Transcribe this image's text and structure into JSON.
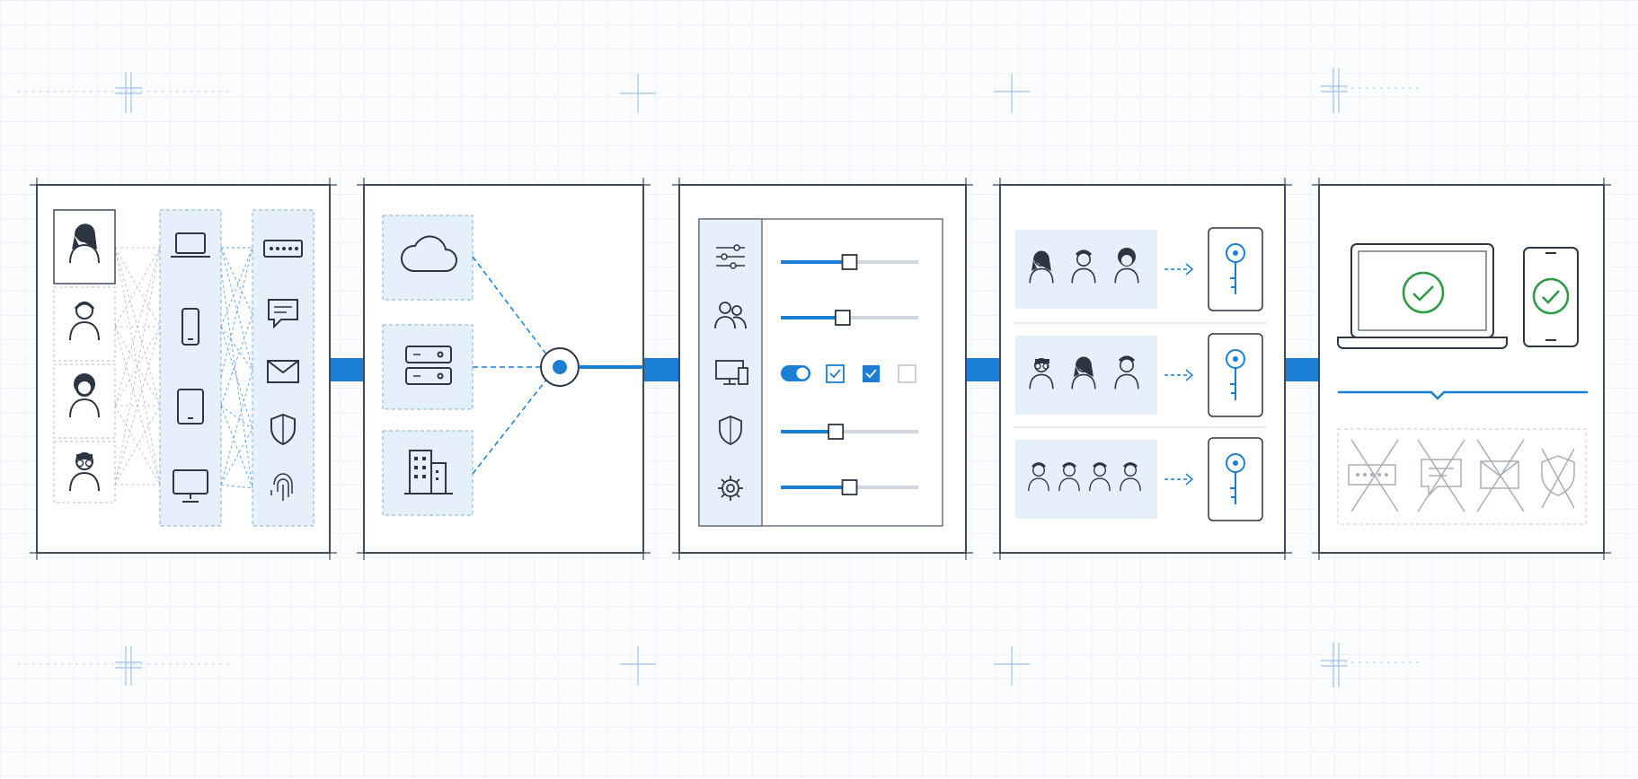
{
  "diagram": {
    "colors": {
      "frame": "#3d4a5c",
      "accent": "#1a7fd4",
      "icon": "#2c3542",
      "tint": "#e6f0fa",
      "track": "#d3d8de",
      "success": "#2a9a45",
      "muted": "#b3b8c0"
    },
    "panels": [
      {
        "id": "identity-sources",
        "users": [
          "woman",
          "man",
          "curly-hair",
          "glasses"
        ],
        "devices": [
          "laptop",
          "phone",
          "tablet",
          "desktop"
        ],
        "factors": [
          "password",
          "message",
          "email",
          "shield",
          "fingerprint"
        ]
      },
      {
        "id": "directory-sources",
        "sources": [
          "cloud",
          "server",
          "office-building"
        ],
        "hub": "identity-hub"
      },
      {
        "id": "policy-settings",
        "categories": [
          "sliders",
          "user-group",
          "devices",
          "shield",
          "gear"
        ],
        "slider_levels": [
          0.5,
          0.45,
          0.4,
          0.5
        ],
        "toggle_on": true,
        "checkboxes": [
          "checked-outline",
          "checked-filled",
          "unchecked"
        ]
      },
      {
        "id": "group-access",
        "groups": [
          {
            "members": 3,
            "key": "access-key"
          },
          {
            "members": 3,
            "key": "access-key"
          },
          {
            "members": 4,
            "key": "access-key"
          }
        ]
      },
      {
        "id": "verified-devices",
        "verified": [
          "laptop",
          "phone"
        ],
        "blocked": [
          "password",
          "message",
          "email",
          "shield"
        ]
      }
    ]
  }
}
